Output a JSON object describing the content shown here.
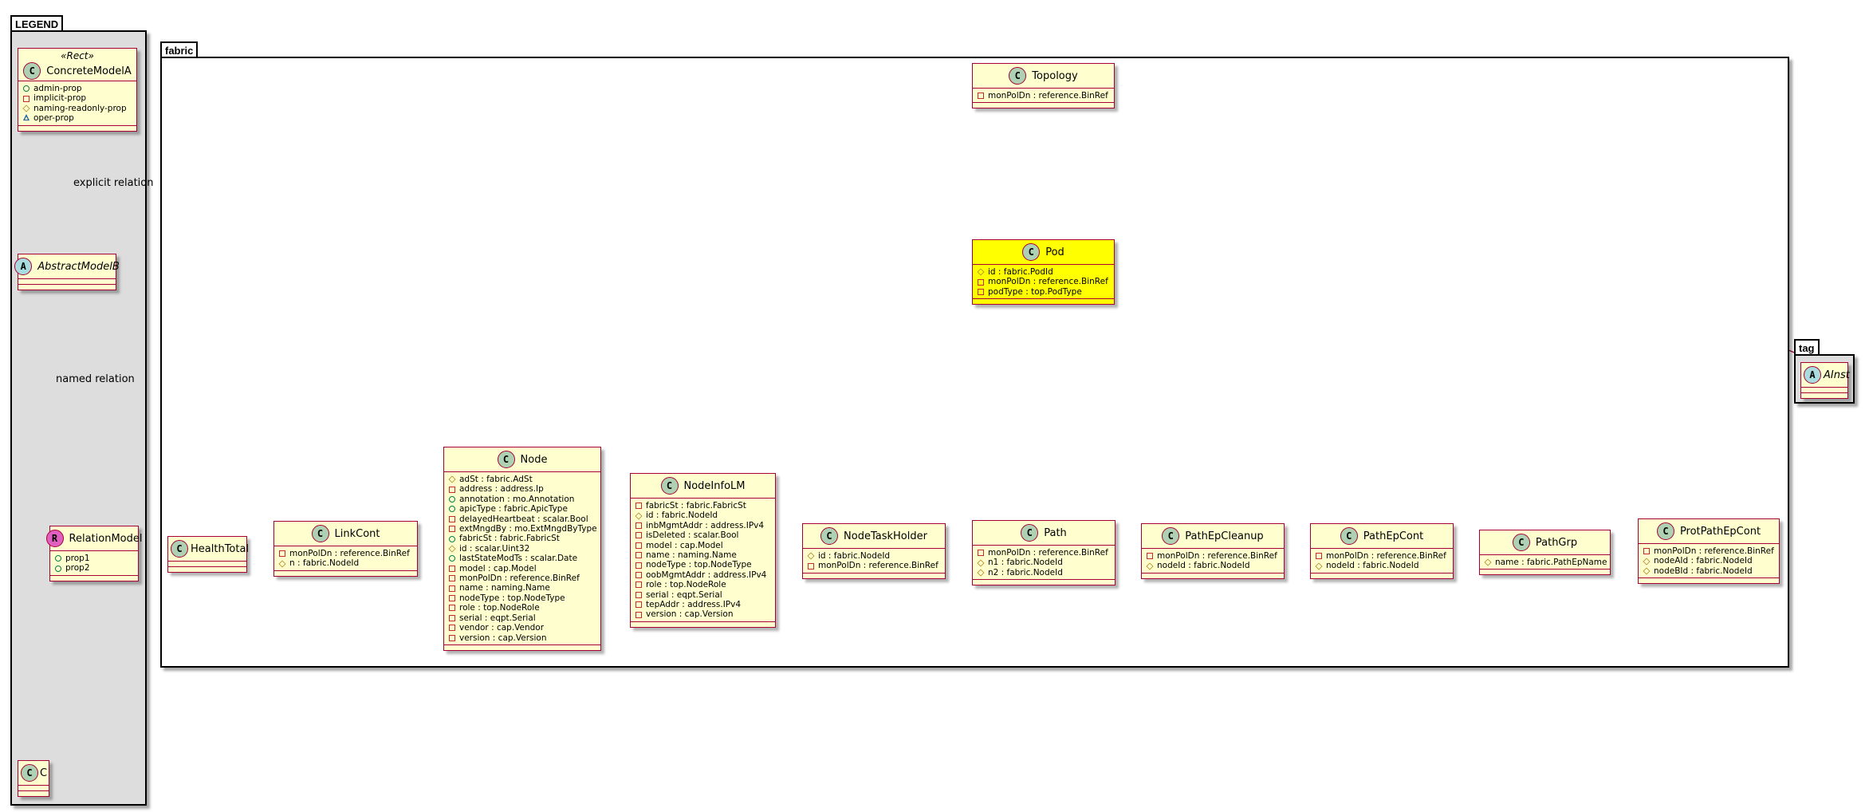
{
  "legend": {
    "package_name": "LEGEND",
    "concrete": {
      "stereotype": "«Rect»",
      "name": "ConcreteModelA",
      "attrs": [
        {
          "vis": "pub",
          "text": "admin-prop"
        },
        {
          "vis": "priv",
          "text": "implicit-prop"
        },
        {
          "vis": "prot",
          "text": "naming-readonly-prop"
        },
        {
          "vis": "pkgv",
          "text": "oper-prop"
        }
      ]
    },
    "abstract_name": "AbstractModelB",
    "relation_model": {
      "name": "RelationModel",
      "attrs": [
        {
          "vis": "pub",
          "text": "prop1"
        },
        {
          "vis": "pub",
          "text": "prop2"
        }
      ]
    },
    "c_name": "C",
    "explicit_relation_label": "explicit relation",
    "named_relation_label": "named relation"
  },
  "fabric": {
    "package_name": "fabric",
    "topology": {
      "name": "Topology",
      "attrs": [
        {
          "vis": "priv",
          "text": "monPolDn : reference.BinRef"
        }
      ]
    },
    "pod": {
      "name": "Pod",
      "attrs": [
        {
          "vis": "prot",
          "text": "id : fabric.PodId"
        },
        {
          "vis": "priv",
          "text": "monPolDn : reference.BinRef"
        },
        {
          "vis": "priv",
          "text": "podType : top.PodType"
        }
      ]
    },
    "health_total": {
      "name": "HealthTotal"
    },
    "link_cont": {
      "name": "LinkCont",
      "attrs": [
        {
          "vis": "priv",
          "text": "monPolDn : reference.BinRef"
        },
        {
          "vis": "prot",
          "text": "n : fabric.NodeId"
        }
      ]
    },
    "node": {
      "name": "Node",
      "attrs": [
        {
          "vis": "prot",
          "text": "adSt : fabric.AdSt"
        },
        {
          "vis": "priv",
          "text": "address : address.Ip"
        },
        {
          "vis": "pub",
          "text": "annotation : mo.Annotation"
        },
        {
          "vis": "pub",
          "text": "apicType : fabric.ApicType"
        },
        {
          "vis": "priv",
          "text": "delayedHeartbeat : scalar.Bool"
        },
        {
          "vis": "priv",
          "text": "extMngdBy : mo.ExtMngdByType"
        },
        {
          "vis": "pub",
          "text": "fabricSt : fabric.FabricSt"
        },
        {
          "vis": "prot",
          "text": "id : scalar.Uint32"
        },
        {
          "vis": "pub",
          "text": "lastStateModTs : scalar.Date"
        },
        {
          "vis": "priv",
          "text": "model : cap.Model"
        },
        {
          "vis": "priv",
          "text": "monPolDn : reference.BinRef"
        },
        {
          "vis": "priv",
          "text": "name : naming.Name"
        },
        {
          "vis": "priv",
          "text": "nodeType : top.NodeType"
        },
        {
          "vis": "priv",
          "text": "role : top.NodeRole"
        },
        {
          "vis": "priv",
          "text": "serial : eqpt.Serial"
        },
        {
          "vis": "priv",
          "text": "vendor : cap.Vendor"
        },
        {
          "vis": "priv",
          "text": "version : cap.Version"
        }
      ]
    },
    "node_info_lm": {
      "name": "NodeInfoLM",
      "attrs": [
        {
          "vis": "priv",
          "text": "fabricSt : fabric.FabricSt"
        },
        {
          "vis": "prot",
          "text": "id : fabric.NodeId"
        },
        {
          "vis": "priv",
          "text": "inbMgmtAddr : address.IPv4"
        },
        {
          "vis": "priv",
          "text": "isDeleted : scalar.Bool"
        },
        {
          "vis": "priv",
          "text": "model : cap.Model"
        },
        {
          "vis": "priv",
          "text": "name : naming.Name"
        },
        {
          "vis": "priv",
          "text": "nodeType : top.NodeType"
        },
        {
          "vis": "priv",
          "text": "oobMgmtAddr : address.IPv4"
        },
        {
          "vis": "priv",
          "text": "role : top.NodeRole"
        },
        {
          "vis": "priv",
          "text": "serial : eqpt.Serial"
        },
        {
          "vis": "priv",
          "text": "tepAddr : address.IPv4"
        },
        {
          "vis": "priv",
          "text": "version : cap.Version"
        }
      ]
    },
    "node_task_holder": {
      "name": "NodeTaskHolder",
      "attrs": [
        {
          "vis": "prot",
          "text": "id : fabric.NodeId"
        },
        {
          "vis": "priv",
          "text": "monPolDn : reference.BinRef"
        }
      ]
    },
    "path": {
      "name": "Path",
      "attrs": [
        {
          "vis": "priv",
          "text": "monPolDn : reference.BinRef"
        },
        {
          "vis": "prot",
          "text": "n1 : fabric.NodeId"
        },
        {
          "vis": "prot",
          "text": "n2 : fabric.NodeId"
        }
      ]
    },
    "path_ep_cleanup": {
      "name": "PathEpCleanup",
      "attrs": [
        {
          "vis": "priv",
          "text": "monPolDn : reference.BinRef"
        },
        {
          "vis": "prot",
          "text": "nodeId : fabric.NodeId"
        }
      ]
    },
    "path_ep_cont": {
      "name": "PathEpCont",
      "attrs": [
        {
          "vis": "priv",
          "text": "monPolDn : reference.BinRef"
        },
        {
          "vis": "prot",
          "text": "nodeId : fabric.NodeId"
        }
      ]
    },
    "path_grp": {
      "name": "PathGrp",
      "attrs": [
        {
          "vis": "prot",
          "text": "name : fabric.PathEpName"
        }
      ]
    },
    "prot_path_ep_cont": {
      "name": "ProtPathEpCont",
      "attrs": [
        {
          "vis": "priv",
          "text": "monPolDn : reference.BinRef"
        },
        {
          "vis": "prot",
          "text": "nodeAId : fabric.NodeId"
        },
        {
          "vis": "prot",
          "text": "nodeBId : fabric.NodeId"
        }
      ]
    }
  },
  "tag": {
    "package_name": "tag",
    "ainst_name": "AInst"
  },
  "colors": {
    "class_fill": "#FEFECE",
    "highlight_fill": "#FFFF00",
    "border": "#A80036",
    "legend_bg": "#DDDDDD"
  }
}
